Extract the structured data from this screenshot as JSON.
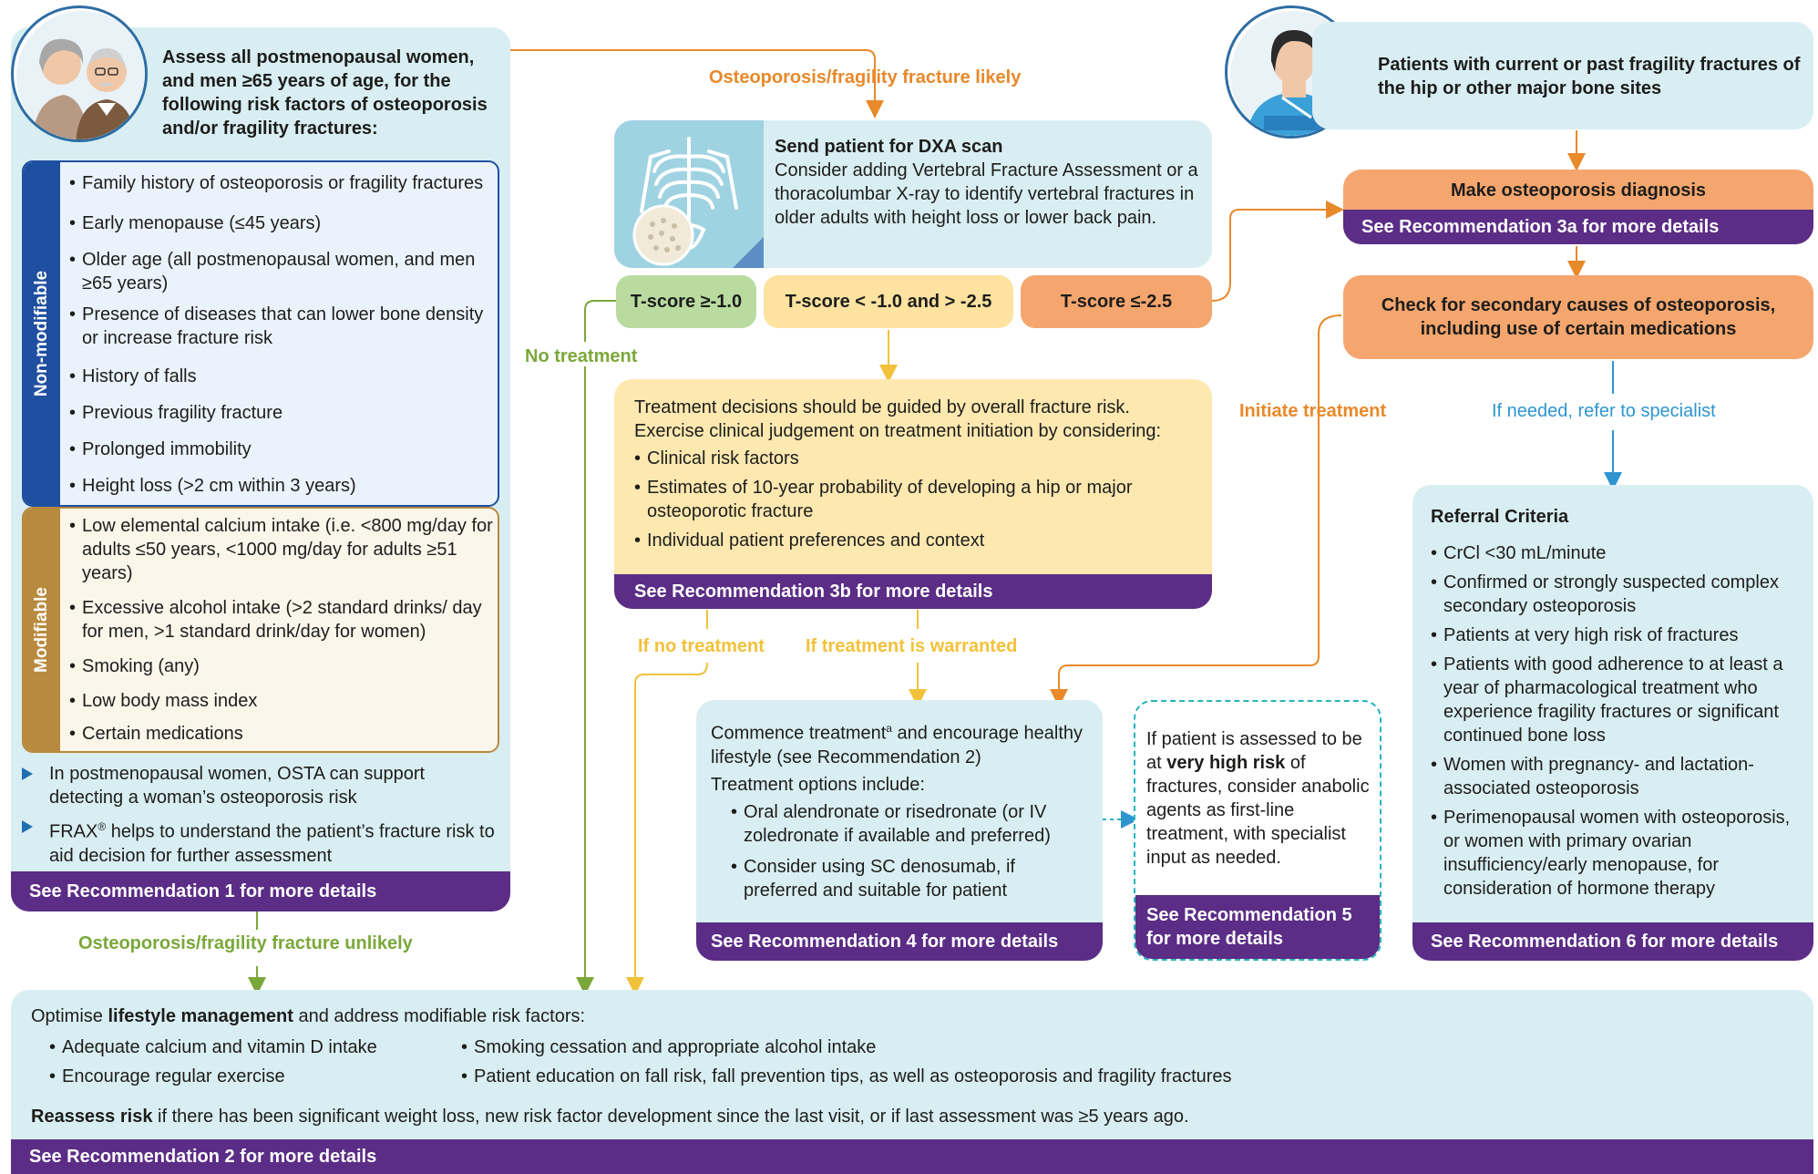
{
  "colors": {
    "purple": "#5b2d86",
    "lightblue": "#d8eef2",
    "orange": "#f5a66e",
    "green": "#b9dba0",
    "yellow": "#fde2a0",
    "brown": "#b88a3e",
    "navy": "#1f4fa0"
  },
  "box1": {
    "heading": "Assess all postmenopausal women, and men ≥65 years of age, for the following risk factors of osteoporosis and/or fragility fractures:",
    "nonmod_label": "Non-modifiable",
    "nonmod": [
      "Family history of osteoporosis or fragility fractures",
      "Early menopause (≤45 years)",
      "Older age (all postmenopausal women, and men ≥65 years)",
      "Presence of diseases that can lower bone density or increase fracture risk",
      "History of falls",
      "Previous fragility fracture",
      "Prolonged immobility",
      "Height loss (>2 cm within 3 years)"
    ],
    "mod_label": "Modifiable",
    "mod": [
      "Low elemental calcium intake (i.e. <800 mg/day for adults ≤50 years, <1000 mg/day for adults ≥51 years)",
      "Excessive alcohol intake (>2 standard drinks/ day for men, >1 standard drink/day for women)",
      "Smoking (any)",
      "Low body mass index",
      "Certain medications"
    ],
    "note1": "In postmenopausal women, OSTA can support detecting a woman’s osteoporosis risk",
    "note2_a": "FRAX",
    "note2_sup": "®",
    "note2_b": " helps to understand the patient’s fracture risk to aid decision for further assessment",
    "footer": "See Recommendation 1 for more details"
  },
  "labels": {
    "likely": "Osteoporosis/fragility fracture likely",
    "unlikely": "Osteoporosis/fragility fracture unlikely",
    "no_treatment": "No treatment",
    "initiate": "Initiate treatment",
    "if_needed": "If needed, refer to specialist",
    "if_no_treatment": "If no treatment",
    "if_warranted": "If treatment is warranted"
  },
  "dxa": {
    "title": "Send patient for DXA scan",
    "body": "Consider adding Vertebral Fracture Assessment or a thoracolumbar X-ray to identify vertebral fractures in older adults with height loss or lower back pain."
  },
  "tscores": [
    "T-score ≥-1.0",
    "T-score < -1.0 and > -2.5",
    "T-score ≤-2.5"
  ],
  "decision": {
    "intro": "Treatment decisions should be guided by overall fracture risk. Exercise clinical judgement on treatment initiation by considering:",
    "items": [
      "Clinical risk factors",
      "Estimates of 10-year probability of developing a hip or major osteoporotic fracture",
      "Individual patient preferences and context"
    ],
    "footer": "See Recommendation 3b for more details"
  },
  "commence": {
    "line1a": "Commence treatment",
    "line1sup": "a",
    "line1b": " and encourage healthy lifestyle (see Recommendation 2)",
    "options": "Treatment options include:",
    "items": [
      "Oral alendronate or risedronate (or IV zoledronate if available and preferred)",
      "Consider using SC denosumab, if preferred and suitable for patient"
    ],
    "footer": "See Recommendation 4 for more details"
  },
  "highrisk": {
    "a": "If patient is assessed to be at ",
    "b": "very high risk",
    "c": " of fractures, consider anabolic agents as first-line treatment, with specialist input as needed.",
    "footer": "See Recommendation 5 for more details"
  },
  "patients": {
    "text": "Patients with current or past fragility fractures of the hip or other major bone sites"
  },
  "diagnosis": {
    "title": "Make osteoporosis diagnosis",
    "footer": "See Recommendation 3a for more details"
  },
  "secondary": {
    "text": "Check for secondary causes of osteoporosis, including use of certain medications"
  },
  "referral": {
    "title": "Referral Criteria",
    "items": [
      "CrCl <30 mL/minute",
      "Confirmed or strongly suspected complex secondary osteoporosis",
      "Patients at very high risk of fractures",
      "Patients with good adherence to at least a year of pharmacological treatment who experience fragility fractures or significant continued bone loss",
      "Women with pregnancy- and lactation-associated osteoporosis",
      "Perimenopausal women with osteoporosis, or women with primary ovarian insufficiency/early menopause, for consideration of hormone therapy"
    ],
    "footer": "See Recommendation 6 for more details"
  },
  "bottom": {
    "l1a": "Optimise ",
    "l1b": "lifestyle management",
    "l1c": " and address modifiable risk factors:",
    "col1": [
      "Adequate calcium and vitamin D intake",
      "Encourage regular exercise"
    ],
    "col2": [
      "Smoking cessation and appropriate alcohol intake",
      "Patient education on fall risk, fall prevention tips, as well as osteoporosis and fragility fractures"
    ],
    "l4a": "Reassess risk",
    "l4b": " if there has been significant weight loss, new risk factor development since the last visit, or if last assessment was ≥5 years ago.",
    "footer": "See Recommendation 2 for more details"
  }
}
